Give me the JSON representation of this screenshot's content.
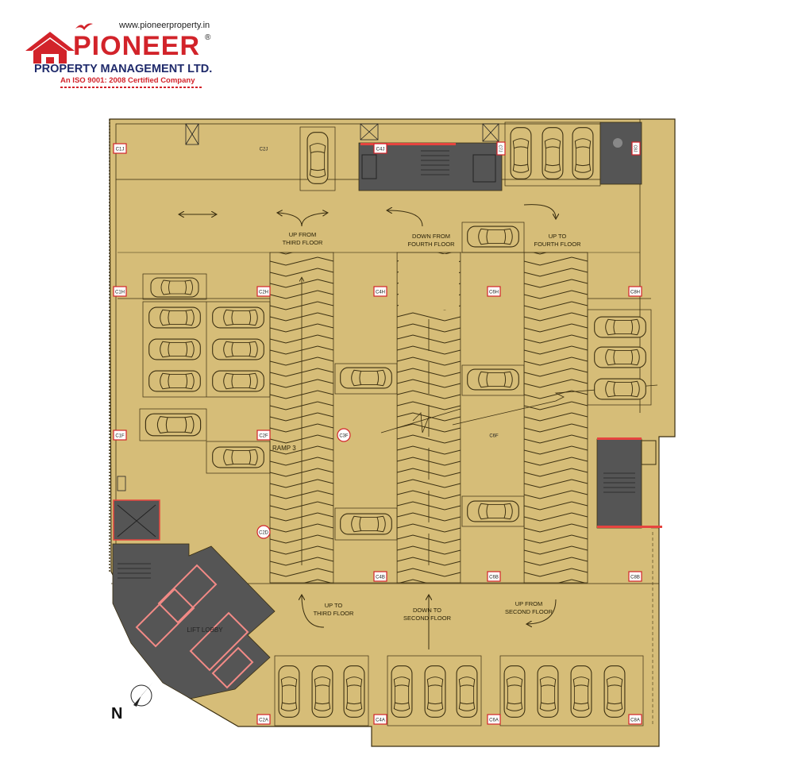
{
  "header": {
    "website": "www.pioneerproperty.in",
    "brand_name": "PIONEER",
    "registered_mark": "®",
    "company_name": "PROPERTY MANAGEMENT LTD.",
    "certification": "An ISO 9001: 2008 Certified Company"
  },
  "colors": {
    "floor": "#d6bd78",
    "floor_alt": "#cfb56e",
    "core": "#555555",
    "brand_red": "#d2232a",
    "brand_blue": "#1f2a6b",
    "line": "#3a2e10"
  },
  "plan": {
    "labels": {
      "up_from_third": [
        "UP FROM",
        "THIRD FLOOR"
      ],
      "down_from_fourth": [
        "DOWN FROM",
        "FOURTH FLOOR"
      ],
      "up_to_fourth": [
        "UP TO",
        "FOURTH FLOOR"
      ],
      "up_to_third": [
        "UP TO",
        "THIRD FLOOR"
      ],
      "down_to_second": [
        "DOWN TO",
        "SECOND FLOOR"
      ],
      "up_from_second": [
        "UP FROM",
        "SECOND FLOOR"
      ],
      "lift_lobby": "LIFT LOBBY",
      "ramp": "RAMP 3",
      "north": "N"
    },
    "columns": [
      "C1J",
      "C2J",
      "C4J",
      "C7J",
      "C8J",
      "C1H",
      "C2H",
      "C4H",
      "C6H",
      "C8H",
      "C1F",
      "C2F",
      "C3F",
      "C6F",
      "C2D",
      "C4B",
      "C6B",
      "C8B",
      "C2A",
      "C4A",
      "C6A",
      "C8A"
    ]
  }
}
